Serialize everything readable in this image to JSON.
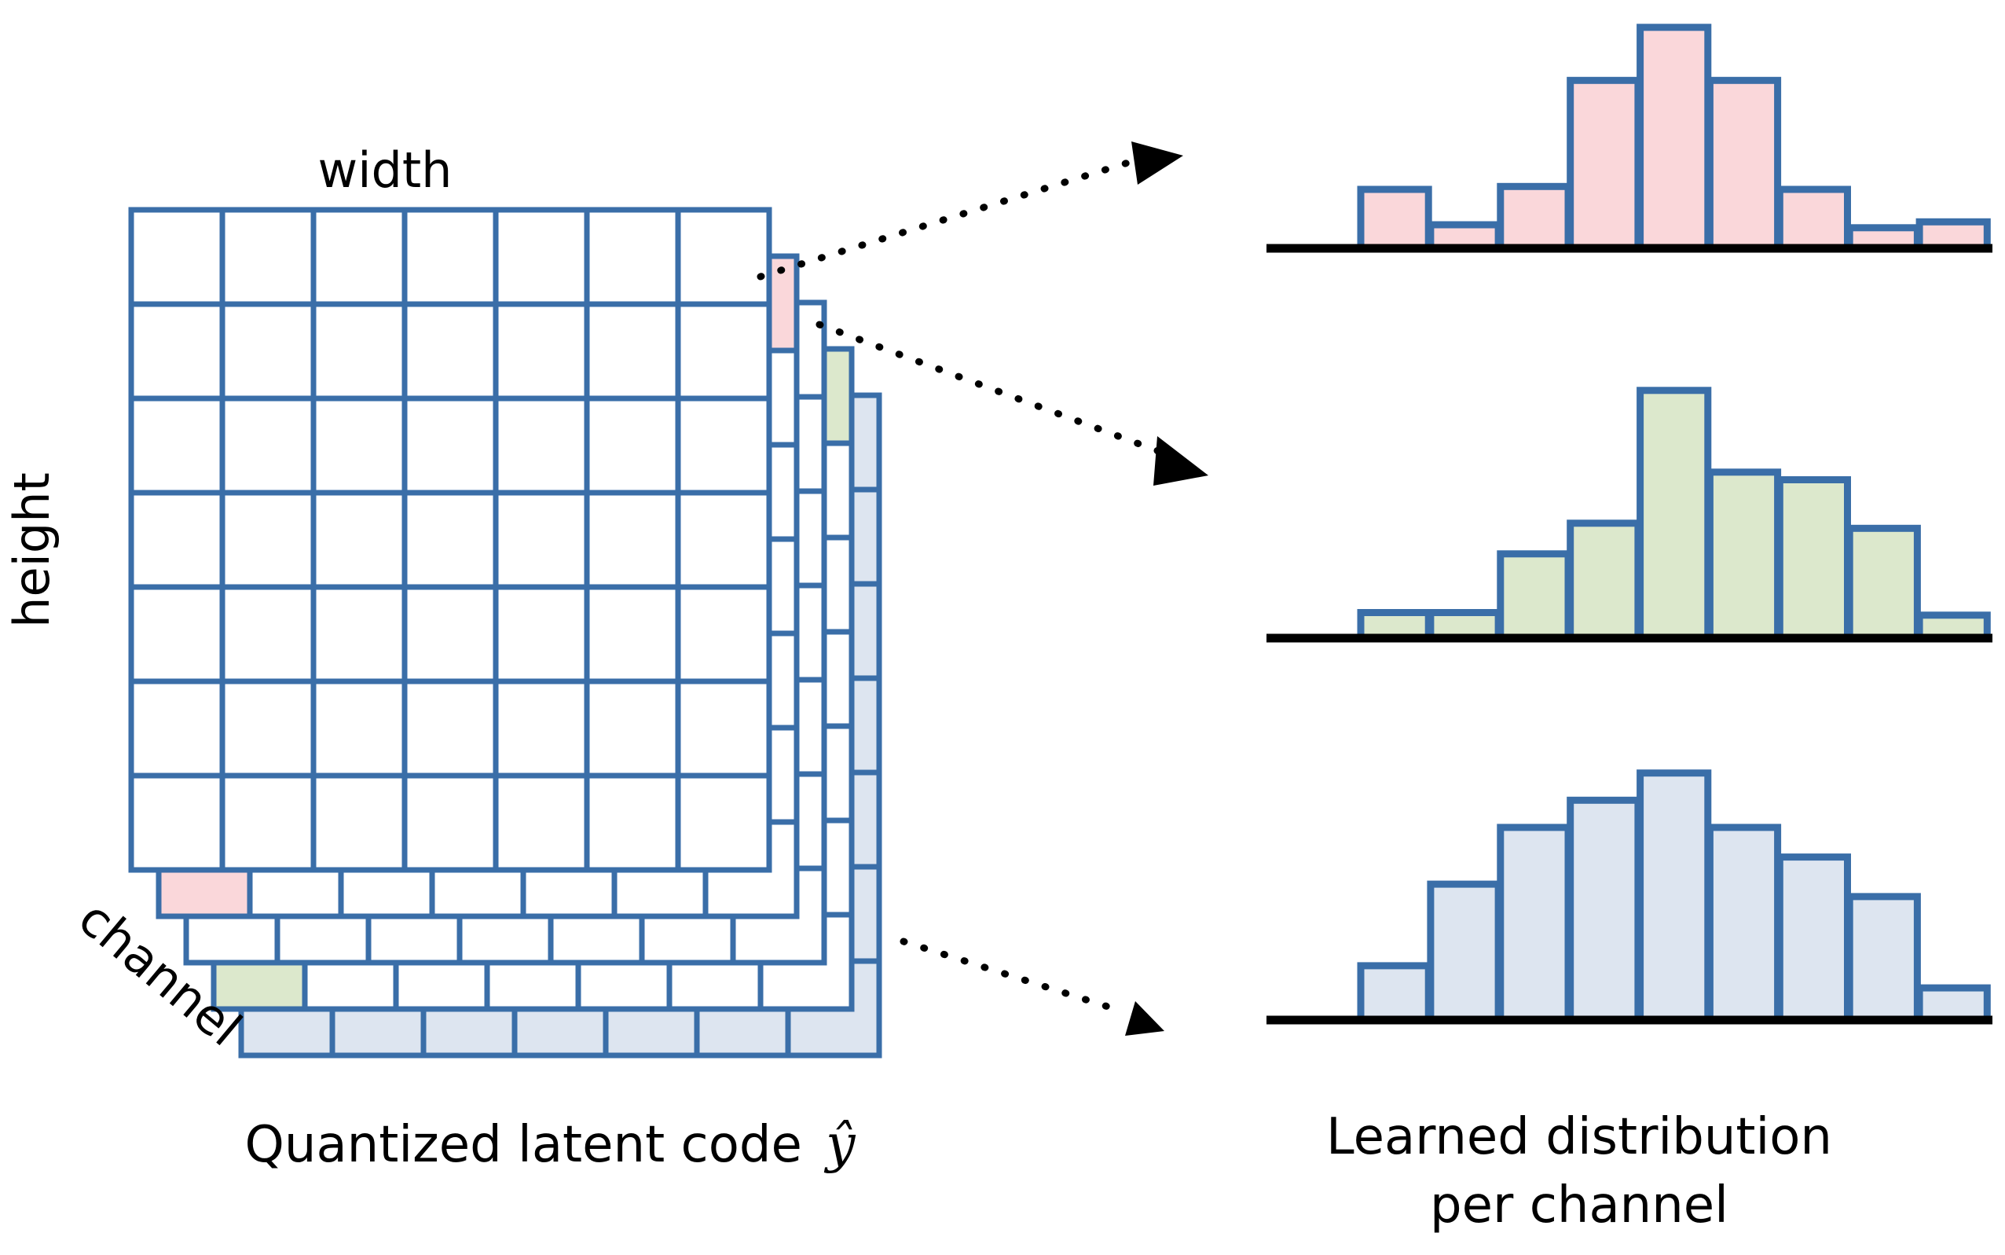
{
  "figure": {
    "title": "Quantized latent code and learned per-channel distributions",
    "background": "#ffffff",
    "stroke_color": "#3a6ea8",
    "line_color": "#000000"
  },
  "labels": {
    "width": "width",
    "height": "height",
    "channel": "channel",
    "left_caption": "Quantized latent code",
    "left_caption_symbol": "ŷ",
    "right_caption_line1": "Learned distribution",
    "right_caption_line2": "per channel"
  },
  "tensor": {
    "rows": 7,
    "cols": 7,
    "layers": [
      {
        "name": "layer-1-back",
        "fill": "#ffffff",
        "highlight_fill": "#ffffff"
      },
      {
        "name": "layer-2-pink",
        "fill": "#ffffff",
        "highlight_fill": "#fad7da"
      },
      {
        "name": "layer-3-white",
        "fill": "#ffffff",
        "highlight_fill": "#ffffff"
      },
      {
        "name": "layer-4-green",
        "fill": "#ffffff",
        "highlight_fill": "#dce8cc"
      },
      {
        "name": "layer-5-front",
        "fill": "#dde5f0",
        "highlight_fill": "#dde5f0"
      }
    ],
    "colors": {
      "pink": "#fad7da",
      "green": "#dce8cc",
      "blue": "#dde5f0",
      "white": "#ffffff",
      "outline": "#3a6ea8"
    }
  },
  "arrows": [
    {
      "name": "arrow-to-pink-histogram",
      "from_layer": "layer-2-pink",
      "to_chart": "histogram-channel-pink"
    },
    {
      "name": "arrow-to-green-histogram",
      "from_layer": "layer-4-green",
      "to_chart": "histogram-channel-green"
    },
    {
      "name": "arrow-to-blue-histogram",
      "from_layer": "layer-5-front",
      "to_chart": "histogram-channel-blue"
    }
  ],
  "chart_data": [
    {
      "type": "bar",
      "name": "histogram-channel-pink",
      "title": "",
      "xlabel": "",
      "ylabel": "",
      "categories": [
        "1",
        "2",
        "3",
        "4",
        "5",
        "6",
        "7",
        "8",
        "9"
      ],
      "values": [
        20,
        8,
        21,
        57,
        75,
        57,
        20,
        7,
        9
      ],
      "ylim": [
        0,
        80
      ],
      "color": "#fad7da",
      "edge_color": "#3a6ea8",
      "grid": false,
      "legend": "none",
      "baseline": true
    },
    {
      "type": "bar",
      "name": "histogram-channel-green",
      "title": "",
      "xlabel": "",
      "ylabel": "",
      "categories": [
        "1",
        "2",
        "3",
        "4",
        "5",
        "6",
        "7",
        "8",
        "9"
      ],
      "values": [
        10,
        10,
        33,
        45,
        97,
        65,
        62,
        43,
        9
      ],
      "ylim": [
        0,
        100
      ],
      "color": "#dce8cc",
      "edge_color": "#3a6ea8",
      "grid": false,
      "legend": "none",
      "baseline": true
    },
    {
      "type": "bar",
      "name": "histogram-channel-blue",
      "title": "",
      "xlabel": "",
      "ylabel": "",
      "categories": [
        "1",
        "2",
        "3",
        "4",
        "5",
        "6",
        "7",
        "8",
        "9"
      ],
      "values": [
        22,
        55,
        78,
        89,
        100,
        78,
        66,
        50,
        13
      ],
      "ylim": [
        0,
        105
      ],
      "color": "#dde5f0",
      "edge_color": "#3a6ea8",
      "grid": false,
      "legend": "none",
      "baseline": true
    }
  ]
}
